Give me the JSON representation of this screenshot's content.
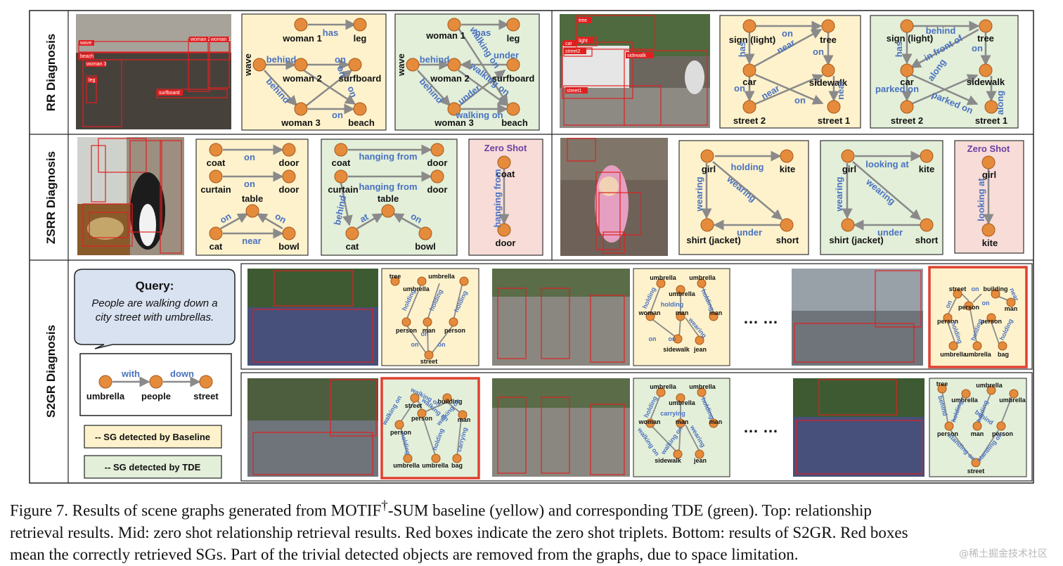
{
  "rows": {
    "rr": "RR Diagnosis",
    "zsrr": "ZSRR Diagnosis",
    "s2gr": "S2GR Diagnosis"
  },
  "rr_left": {
    "photo_labels": [
      "wave",
      "beach",
      "woman 3",
      "leg",
      "surfboard",
      "woman 2",
      "woman 1"
    ],
    "baseline": {
      "nodes": [
        "woman 1",
        "leg",
        "wave",
        "woman 2",
        "surfboard",
        "woman 3",
        "beach"
      ],
      "edges": [
        "has",
        "behind",
        "behind",
        "on",
        "on",
        "on",
        "on"
      ]
    },
    "tde": {
      "nodes": [
        "woman 1",
        "leg",
        "wave",
        "woman 2",
        "surfboard",
        "woman 3",
        "beach"
      ],
      "edges": [
        "has",
        "behind",
        "behind",
        "walking on",
        "under",
        "walking on",
        "under",
        "walking on"
      ]
    }
  },
  "rr_right": {
    "photo_labels": [
      "tree",
      "light",
      "car",
      "street2",
      "sidewalk",
      "street1"
    ],
    "baseline": {
      "nodes": [
        "sign (light)",
        "tree",
        "car",
        "sidewalk",
        "street 2",
        "street 1"
      ],
      "edges": [
        "on",
        "near",
        "has",
        "on",
        "on",
        "near",
        "on",
        "near"
      ]
    },
    "tde": {
      "nodes": [
        "sign (light)",
        "tree",
        "car",
        "sidewalk",
        "street 2",
        "street 1"
      ],
      "edges": [
        "behind",
        "in front of",
        "has",
        "on",
        "along",
        "parked on",
        "parked on",
        "along"
      ]
    }
  },
  "zsrr_left": {
    "baseline": {
      "nodes": [
        "coat",
        "door",
        "curtain",
        "door",
        "table",
        "cat",
        "bowl"
      ],
      "edges": [
        "on",
        "on",
        "on",
        "on",
        "near"
      ]
    },
    "tde": {
      "nodes": [
        "coat",
        "door",
        "curtain",
        "door",
        "table",
        "cat",
        "bowl"
      ],
      "edges": [
        "hanging from",
        "hanging from",
        "behind",
        "at",
        "on"
      ]
    },
    "zero_shot": {
      "title": "Zero Shot",
      "nodes": [
        "coat",
        "door"
      ],
      "edge": "hanging from"
    }
  },
  "zsrr_right": {
    "baseline": {
      "nodes": [
        "girl",
        "kite",
        "shirt (jacket)",
        "short"
      ],
      "edges": [
        "holding",
        "wearing",
        "wearing",
        "under"
      ]
    },
    "tde": {
      "nodes": [
        "girl",
        "kite",
        "shirt (jacket)",
        "short"
      ],
      "edges": [
        "looking at",
        "wearing",
        "wearing",
        "under"
      ]
    },
    "zero_shot": {
      "title": "Zero Shot",
      "nodes": [
        "girl",
        "kite"
      ],
      "edge": "looking at"
    }
  },
  "s2gr": {
    "query_title": "Query:",
    "query_line1": "People are walking down a",
    "query_line2": "city street with umbrellas.",
    "query_graph": {
      "nodes": [
        "umbrella",
        "people",
        "street"
      ],
      "edges": [
        "with",
        "down"
      ]
    },
    "legend_baseline": "-- SG detected by Baseline",
    "legend_tde": "-- SG detected by TDE",
    "ellipsis": "… …",
    "baseline_graphs": [
      {
        "nodes": [
          "tree",
          "umbrella",
          "umbrella",
          "person",
          "man",
          "person",
          "street"
        ],
        "edges": [
          "holding",
          "holding",
          "holding",
          "on",
          "on",
          "on"
        ]
      },
      {
        "nodes": [
          "umbrella",
          "umbrella",
          "umbrella",
          "woman",
          "man",
          "man",
          "sidewalk",
          "jean"
        ],
        "edges": [
          "holding",
          "holding",
          "holding",
          "on",
          "on",
          "wearing"
        ]
      },
      {
        "nodes": [
          "street",
          "building",
          "person",
          "man",
          "person",
          "person",
          "umbrella",
          "umbrella",
          "bag"
        ],
        "edges": [
          "on",
          "on",
          "on",
          "near",
          "holding",
          "holding",
          "holding"
        ]
      }
    ],
    "tde_graphs": [
      {
        "nodes": [
          "street",
          "building",
          "person",
          "man",
          "person",
          "umbrella",
          "umbrella",
          "bag"
        ],
        "edges": [
          "walking on",
          "walking on",
          "walking on",
          "walking on",
          "holding",
          "holding",
          "carrying"
        ]
      },
      {
        "nodes": [
          "umbrella",
          "umbrella",
          "umbrella",
          "woman",
          "man",
          "man",
          "sidewalk",
          "jean"
        ],
        "edges": [
          "holding",
          "carrying",
          "holding",
          "walking on",
          "walking on",
          "wearing"
        ]
      },
      {
        "nodes": [
          "tree",
          "umbrella",
          "umbrella",
          "umbrella",
          "person",
          "man",
          "person",
          "street"
        ],
        "edges": [
          "behind",
          "holding",
          "holding",
          "behind",
          "standing on",
          "standing on"
        ]
      }
    ]
  },
  "caption": {
    "line1_pre": "Figure 7.   Results of scene graphs generated from MOTIF",
    "dagger": "†",
    "line1_post": "-SUM baseline (yellow) and corresponding TDE (green).  Top:  relationship",
    "line2": "retrieval results.  Mid: zero shot relationship retrieval results.  Red boxes indicate the zero shot triplets.  Bottom: results of S2GR. Red boxes",
    "line3": "mean the correctly retrieved SGs.  Part of the trivial detected objects are removed from the graphs, due to space limitation."
  },
  "watermark": "@稀土掘金技术社区",
  "colors": {
    "baseline_bg": "#fdf2cc",
    "tde_bg": "#e3efd9",
    "zero_bg": "#f7dcd8",
    "node": "#e58b3c",
    "edge_label": "#4a72c0",
    "highlight": "#e04030",
    "query_bg": "#d9e2f1"
  },
  "icons": [
    "photo-placeholder"
  ]
}
